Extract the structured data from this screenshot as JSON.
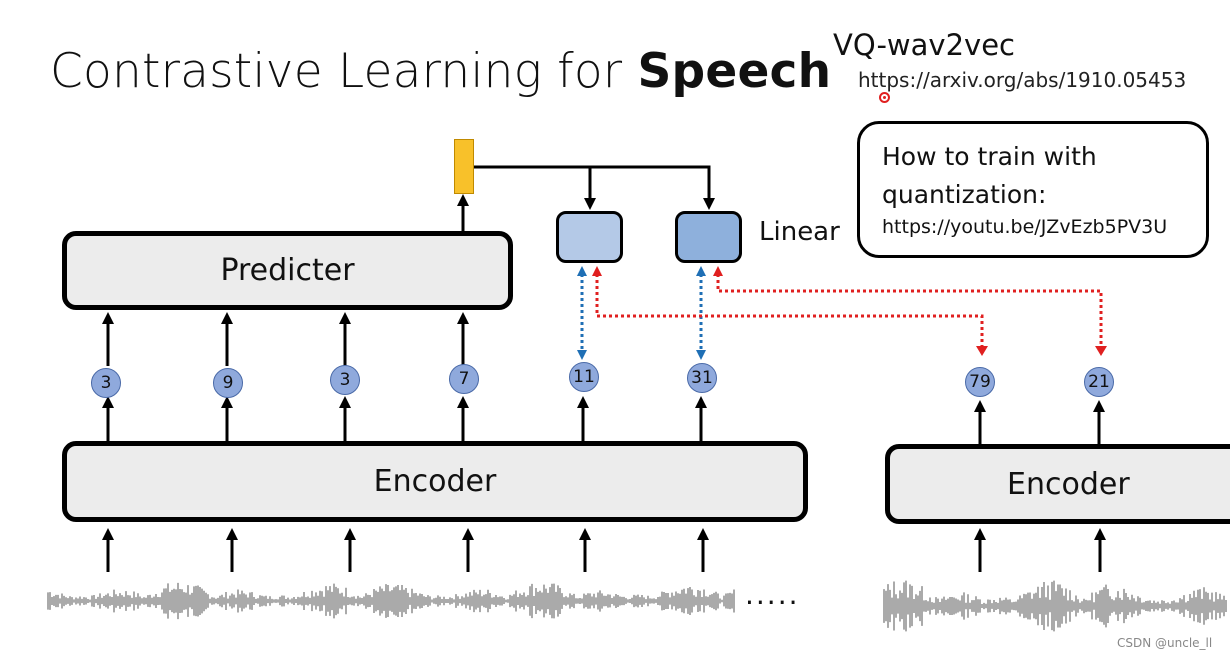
{
  "title": {
    "main": "Contrastive Learning for ",
    "bold": "Speech"
  },
  "reference": {
    "name": "VQ-wav2vec",
    "url": "https://arxiv.org/abs/1910.05453"
  },
  "note": {
    "text": "How to train with quantization:",
    "url": "https://youtu.be/JZvEzb5PV3U"
  },
  "diagram": {
    "predicter_label": "Predicter",
    "encoder_label": "Encoder",
    "encoder2_label": "Encoder",
    "linear_label": "Linear",
    "tokens": [
      "3",
      "9",
      "3",
      "7",
      "11",
      "31"
    ],
    "tokens2": [
      "79",
      "21"
    ],
    "continuation": "....."
  },
  "colors": {
    "token": "#8fa9dc",
    "linear1": "#b4c9e7",
    "linear2": "#8eb0dc",
    "context": "#f8c12a",
    "positive": "#1f6fb5",
    "negative": "#e02020"
  },
  "watermark": "CSDN @uncle_ll"
}
